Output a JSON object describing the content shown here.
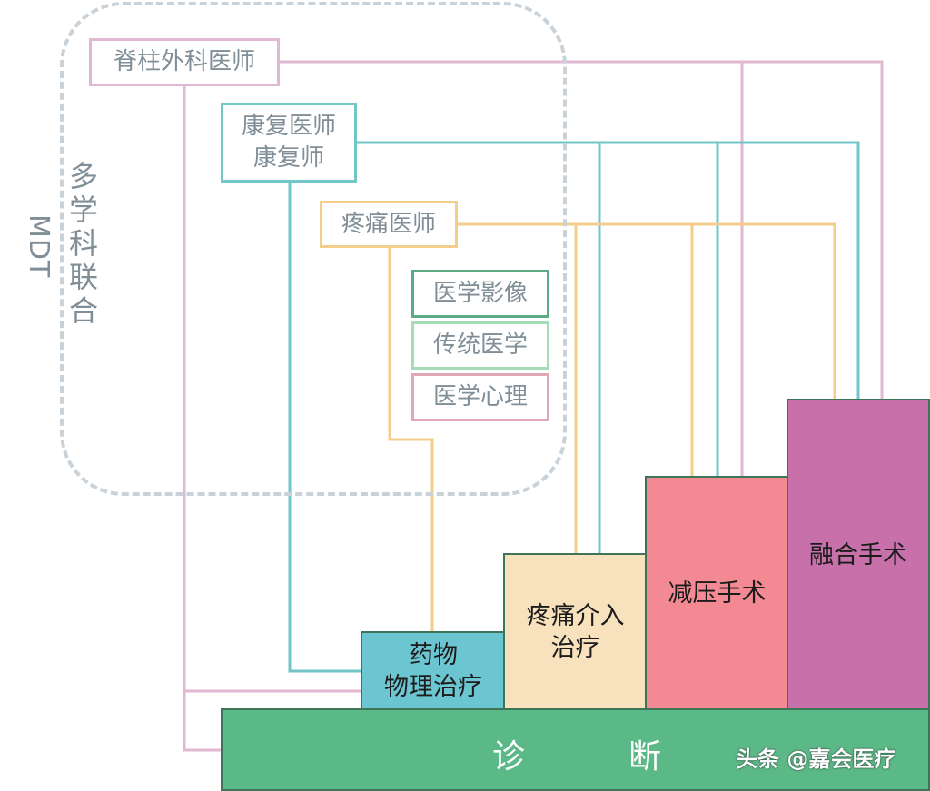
{
  "mdt": {
    "abbr": "MDT",
    "title_chars": [
      "多",
      "学",
      "科",
      "联",
      "合"
    ]
  },
  "roles": {
    "spine_surgeon": "脊柱外科医师",
    "rehab_line1": "康复医师",
    "rehab_line2": "康复师",
    "pain_physician": "疼痛医师",
    "medical_imaging": "医学影像",
    "traditional_medicine": "传统医学",
    "medical_psychology": "医学心理"
  },
  "treatments": {
    "drug_line1": "药物",
    "drug_line2": "物理治疗",
    "pain_line1": "疼痛介入",
    "pain_line2": "治疗",
    "decompression": "减压手术",
    "fusion": "融合手术"
  },
  "diagnosis": {
    "char1": "诊",
    "char2": "断"
  },
  "watermark": "头条 @嘉会医疗",
  "colors": {
    "spine": "#e0b8d3",
    "rehab": "#72c6c7",
    "pain": "#f2cd8b",
    "imaging": "#5bab85",
    "tcm": "#a6dbb8",
    "psychology": "#e0a7b9",
    "drug_block": "#6cc6d2",
    "pain_block": "#f8e2bd",
    "decompression_block": "#f38993",
    "fusion_block": "#c870aa",
    "diagnosis_block": "#5bb887",
    "mdt_frame": "#c9d2d8",
    "label_text": "#7f8e97"
  }
}
